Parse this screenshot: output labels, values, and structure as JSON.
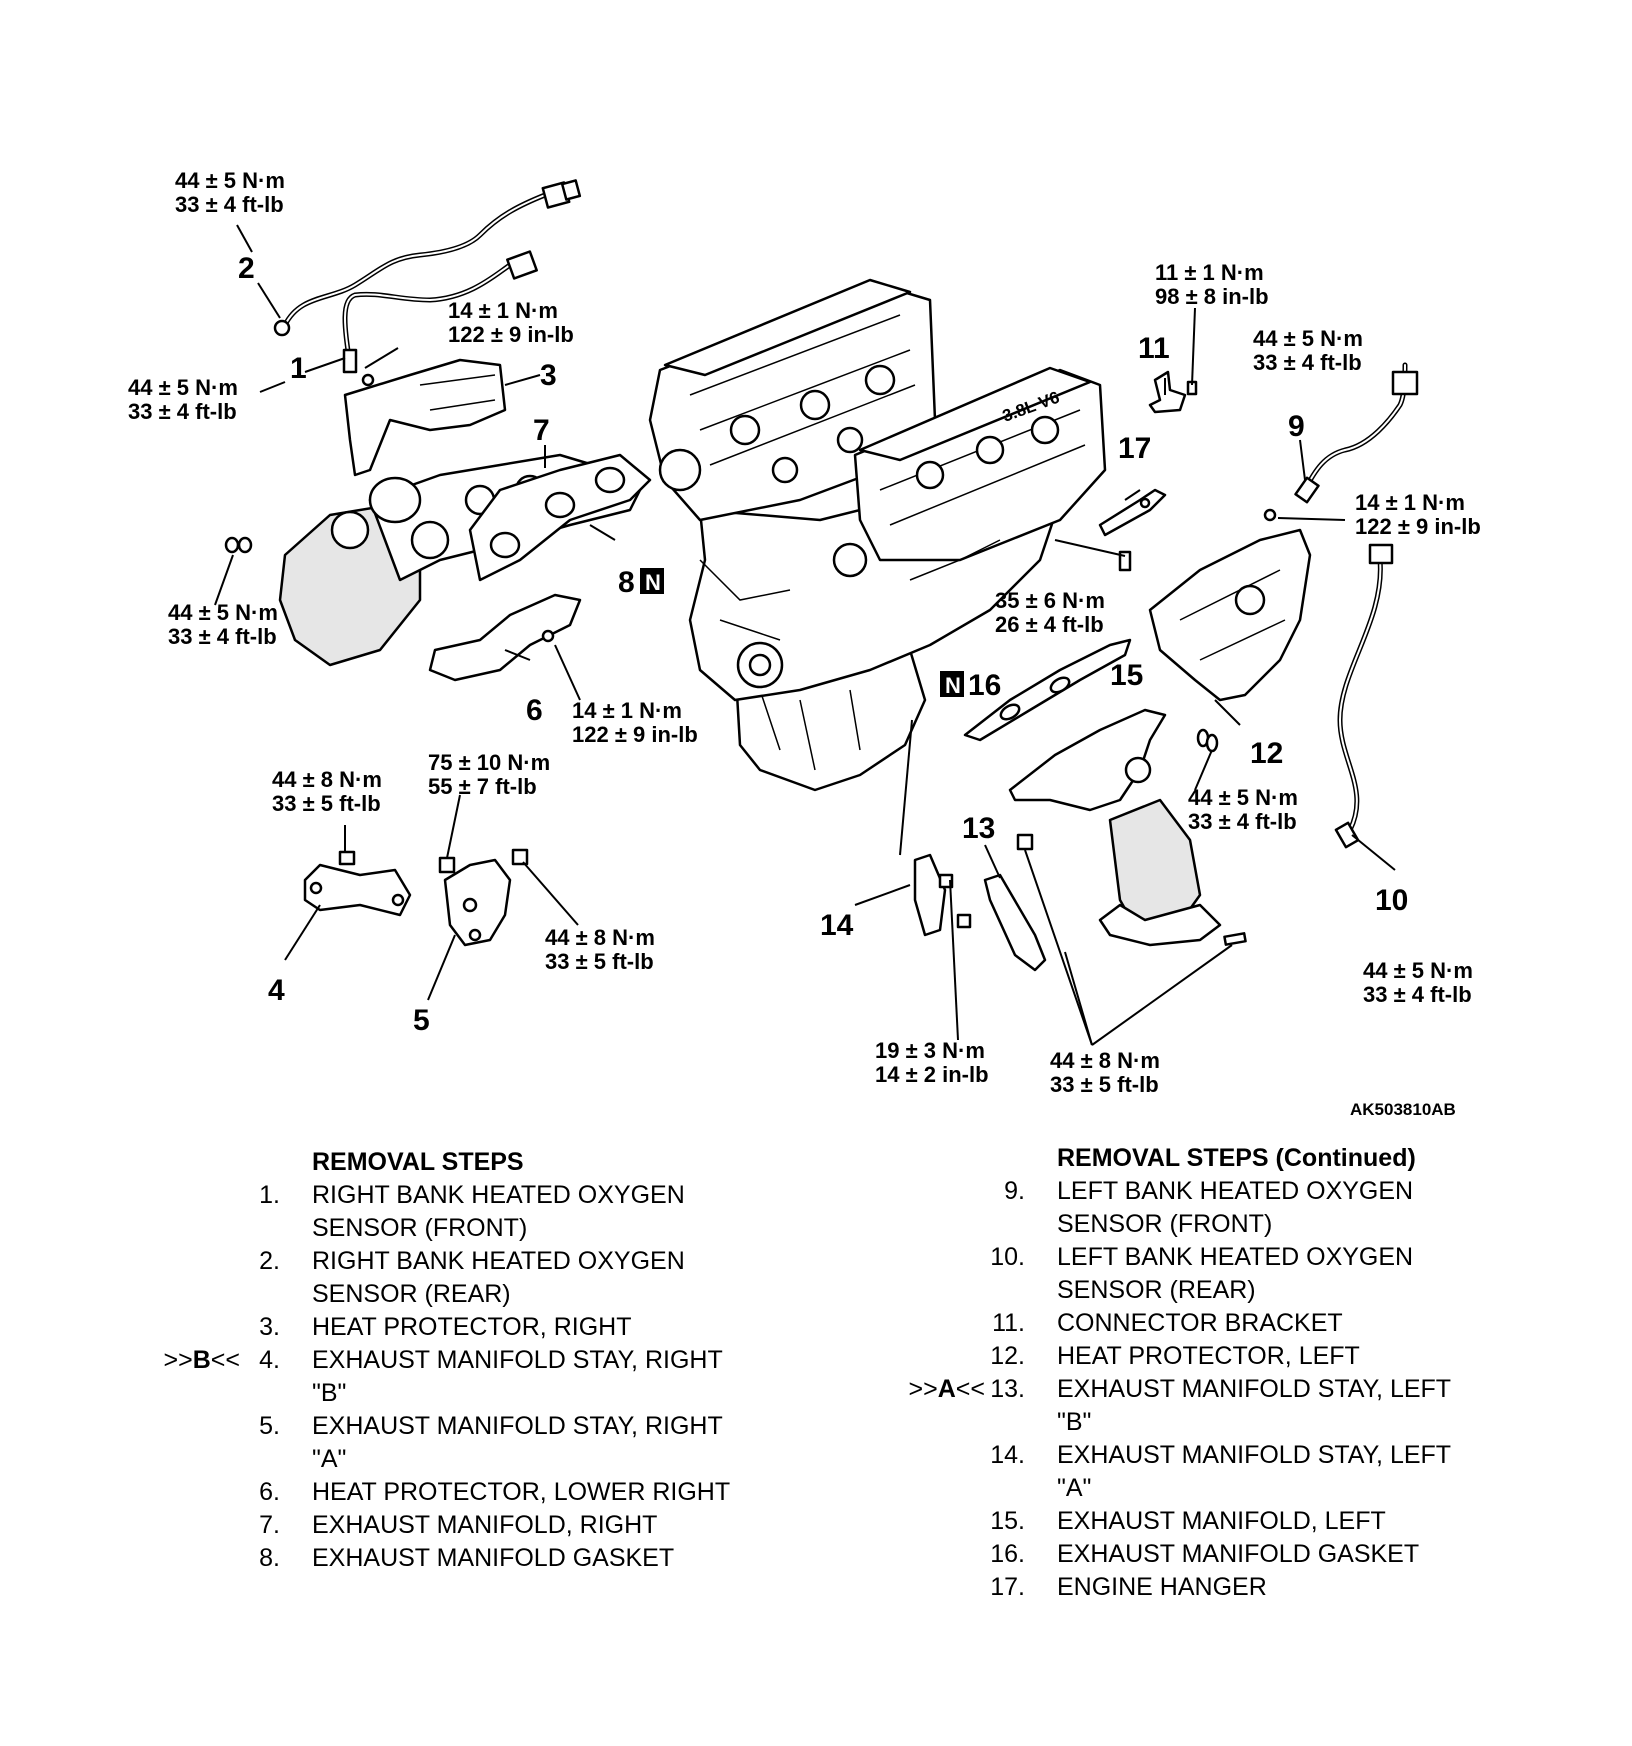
{
  "figure_id": "AK503810AB",
  "torque_labels": {
    "t_top_left": [
      "44 ± 5 N·m",
      "33 ± 4 ft-lb"
    ],
    "t_sensor1": [
      "44 ± 5 N·m",
      "33 ± 4 ft-lb"
    ],
    "t_heat3": [
      "14 ± 1 N·m",
      "122 ± 9 in-lb"
    ],
    "t_nuts_left": [
      "44 ± 5 N·m",
      "33 ± 4 ft-lb"
    ],
    "t_heat6": [
      "14 ± 1 N·m",
      "122 ± 9 in-lb"
    ],
    "t_stay4": [
      "44 ± 8 N·m",
      "33 ± 5 ft-lb"
    ],
    "t_stay5_top": [
      "75 ± 10 N·m",
      "55 ± 7 ft-lb"
    ],
    "t_stay5_right": [
      "44 ± 8 N·m",
      "33 ± 5 ft-lb"
    ],
    "t_bracket11": [
      "11 ± 1 N·m",
      "98 ± 8 in-lb"
    ],
    "t_sensor9": [
      "44 ± 5 N·m",
      "33 ± 4 ft-lb"
    ],
    "t_heat12": [
      "14 ± 1 N·m",
      "122 ± 9 in-lb"
    ],
    "t_hanger17": [
      "35 ± 6 N·m",
      "26 ± 4 ft-lb"
    ],
    "t_nuts_right": [
      "44 ± 5 N·m",
      "33 ± 4 ft-lb"
    ],
    "t_sensor10": [
      "44 ± 5 N·m",
      "33 ± 4 ft-lb"
    ],
    "t_stay14": [
      "19 ± 3 N·m",
      "14 ± 2 in-lb"
    ],
    "t_stay13": [
      "44 ± 8 N·m",
      "33 ± 5 ft-lb"
    ]
  },
  "callouts": [
    "1",
    "2",
    "3",
    "4",
    "5",
    "6",
    "7",
    "8",
    "9",
    "10",
    "11",
    "12",
    "13",
    "14",
    "15",
    "16",
    "17"
  ],
  "new_part_mark": "N",
  "engine_marking": "3.8L V6",
  "removal_steps_left": {
    "heading": "REMOVAL STEPS",
    "items": [
      {
        "num": "1.",
        "lines": [
          "RIGHT BANK HEATED OXYGEN",
          "SENSOR (FRONT)"
        ],
        "mark": ""
      },
      {
        "num": "2.",
        "lines": [
          "RIGHT BANK HEATED OXYGEN",
          "SENSOR (REAR)"
        ],
        "mark": ""
      },
      {
        "num": "3.",
        "lines": [
          "HEAT PROTECTOR, RIGHT"
        ],
        "mark": ""
      },
      {
        "num": "4.",
        "lines": [
          "EXHAUST MANIFOLD STAY, RIGHT",
          "\"B\""
        ],
        "mark": ">>B<<"
      },
      {
        "num": "5.",
        "lines": [
          "EXHAUST MANIFOLD STAY, RIGHT",
          "\"A\""
        ],
        "mark": ""
      },
      {
        "num": "6.",
        "lines": [
          "HEAT PROTECTOR, LOWER RIGHT"
        ],
        "mark": ""
      },
      {
        "num": "7.",
        "lines": [
          "EXHAUST MANIFOLD, RIGHT"
        ],
        "mark": ""
      },
      {
        "num": "8.",
        "lines": [
          "EXHAUST MANIFOLD GASKET"
        ],
        "mark": ""
      }
    ]
  },
  "removal_steps_right": {
    "heading": "REMOVAL STEPS (Continued)",
    "items": [
      {
        "num": "9.",
        "lines": [
          "LEFT BANK HEATED OXYGEN",
          "SENSOR (FRONT)"
        ],
        "mark": ""
      },
      {
        "num": "10.",
        "lines": [
          "LEFT BANK HEATED OXYGEN",
          "SENSOR (REAR)"
        ],
        "mark": ""
      },
      {
        "num": "11.",
        "lines": [
          "CONNECTOR BRACKET"
        ],
        "mark": ""
      },
      {
        "num": "12.",
        "lines": [
          "HEAT PROTECTOR, LEFT"
        ],
        "mark": ""
      },
      {
        "num": "13.",
        "lines": [
          "EXHAUST MANIFOLD STAY, LEFT",
          "\"B\""
        ],
        "mark": ">>A<<"
      },
      {
        "num": "14.",
        "lines": [
          "EXHAUST MANIFOLD STAY, LEFT",
          "\"A\""
        ],
        "mark": ""
      },
      {
        "num": "15.",
        "lines": [
          "EXHAUST MANIFOLD, LEFT"
        ],
        "mark": ""
      },
      {
        "num": "16.",
        "lines": [
          "EXHAUST MANIFOLD GASKET"
        ],
        "mark": ""
      },
      {
        "num": "17.",
        "lines": [
          "ENGINE HANGER"
        ],
        "mark": ""
      }
    ]
  }
}
